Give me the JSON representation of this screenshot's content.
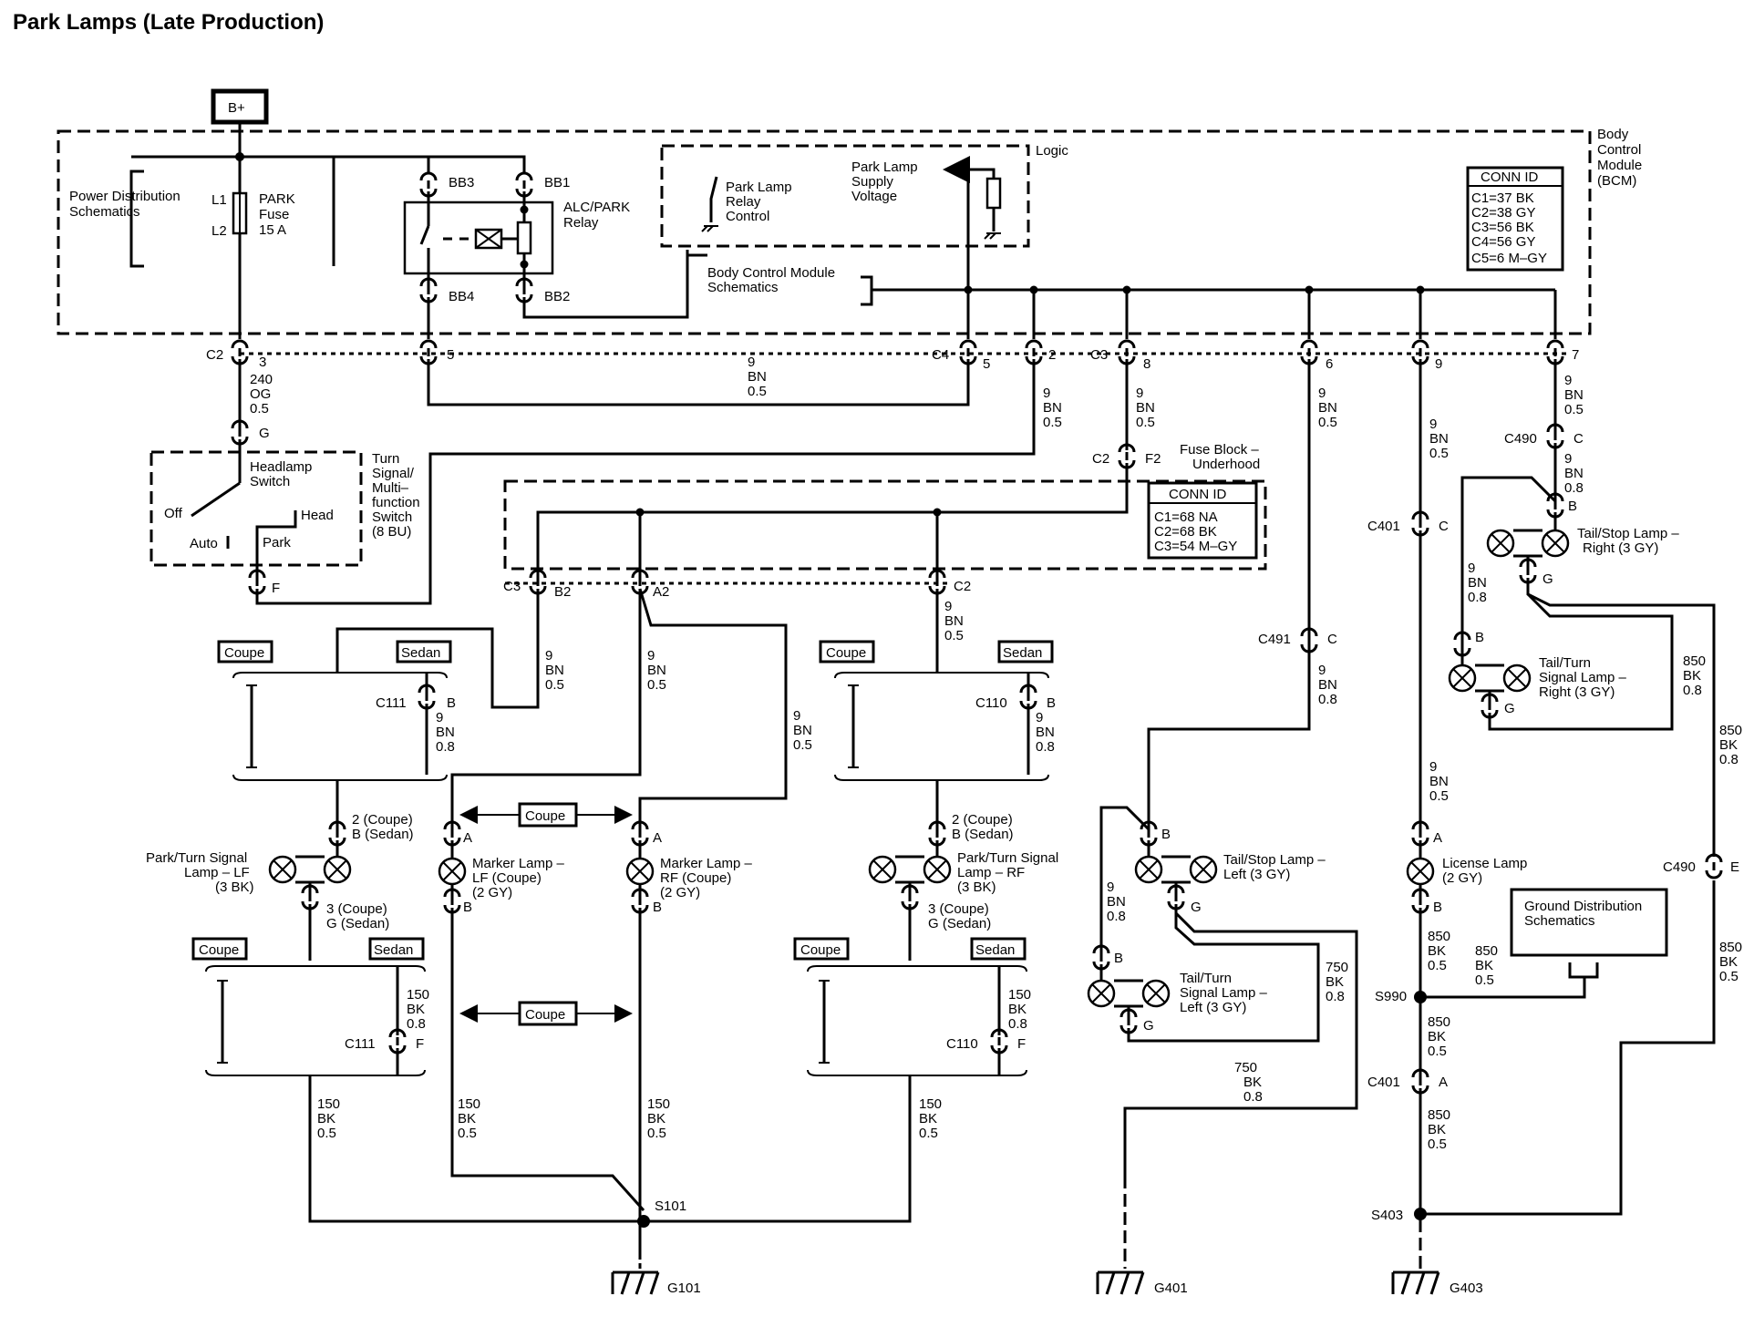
{
  "title": "Park Lamps (Late Production)",
  "battery": "B+",
  "bcm": {
    "name": "Body Control Module (BCM)",
    "name_lines": [
      "Body",
      "Control",
      "Module",
      "(BCM)"
    ],
    "power_dist": [
      "Power Distribution",
      "Schematics"
    ],
    "fuse": {
      "pins": [
        "L1",
        "L2"
      ],
      "lines": [
        "PARK",
        "Fuse",
        "15 A"
      ]
    },
    "relay": {
      "name_lines": [
        "ALC/PARK",
        "Relay"
      ],
      "pins": [
        "BB3",
        "BB1",
        "BB4",
        "BB2"
      ]
    },
    "logic": {
      "label": "Logic",
      "control": [
        "Park Lamp",
        "Relay",
        "Control"
      ],
      "supply": [
        "Park Lamp",
        "Supply",
        "Voltage"
      ]
    },
    "bcm_schematics": [
      "Body Control Module",
      "Schematics"
    ],
    "conn_id": {
      "title": "CONN ID",
      "rows": [
        "C1=37 BK",
        "C2=38 GY",
        "C3=56 BK",
        "C4=56 GY",
        "C5=6 M–GY"
      ]
    }
  },
  "fuse_block": {
    "name_lines": [
      "Fuse Block –",
      "Underhood"
    ],
    "conn_id": {
      "title": "CONN ID",
      "rows": [
        "C1=68 NA",
        "C2=68 BK",
        "C3=54 M–GY"
      ]
    },
    "pins": {
      "c2": "C2",
      "f2": "F2",
      "c3": "C3",
      "b2": "B2",
      "a2": "A2",
      "c2b": "C2"
    }
  },
  "headlamp_switch": {
    "lines": [
      "Headlamp",
      "Switch"
    ],
    "assembly": [
      "Turn",
      "Signal/",
      "Multi–",
      "function",
      "Switch",
      "(8 BU)"
    ],
    "positions": [
      "Off",
      "Auto",
      "Park",
      "Head"
    ],
    "pins": [
      "G",
      "F"
    ]
  },
  "connectors": {
    "c2": "C2",
    "c2_pin": "3",
    "c2_pin5": "5",
    "c4": "C4",
    "c4_pin5": "5",
    "c4_pin2": "2",
    "c3": "C3",
    "c3_pin8": "8",
    "c3_pin6": "6",
    "c3_pin9": "9",
    "c3_pin7": "7",
    "c490": "C490",
    "c490_c": "C",
    "c490_e": "E",
    "c401": "C401",
    "c401_c": "C",
    "c401_a": "A",
    "c491": "C491",
    "c491_c": "C",
    "c111": "C111",
    "c110": "C110",
    "pin_b": "B",
    "pin_f": "F",
    "pin_a": "A",
    "pin_g": "G"
  },
  "wires": {
    "w240": [
      "240",
      "OG",
      "0.5"
    ],
    "w9bn05": [
      "9",
      "BN",
      "0.5"
    ],
    "w9bn08": [
      "9",
      "BN",
      "0.8"
    ],
    "w150": [
      "150",
      "BK",
      "0.5"
    ],
    "w150_08": [
      "150",
      "BK",
      "0.8"
    ],
    "w750": [
      "750",
      "BK",
      "0.8"
    ],
    "w850_08": [
      "850",
      "BK",
      "0.8"
    ],
    "w850_05": [
      "850",
      "BK",
      "0.5"
    ]
  },
  "options": {
    "coupe": "Coupe",
    "sedan": "Sedan"
  },
  "pin_text": {
    "p2": [
      "2 (Coupe)",
      "B (Sedan)"
    ],
    "p3": [
      "3 (Coupe)",
      "G (Sedan)"
    ]
  },
  "lamps": {
    "park_lf": [
      "Park/Turn Signal",
      "Lamp – LF",
      "(3 BK)"
    ],
    "park_rf": [
      "Park/Turn Signal",
      "Lamp – RF",
      "(3 BK)"
    ],
    "marker_lf": [
      "Marker Lamp –",
      "LF (Coupe)",
      "(2 GY)"
    ],
    "marker_rf": [
      "Marker Lamp –",
      "RF (Coupe)",
      "(2 GY)"
    ],
    "tail_stop_left": [
      "Tail/Stop Lamp –",
      "Left (3 GY)"
    ],
    "tail_turn_left": [
      "Tail/Turn",
      "Signal Lamp –",
      "Left (3 GY)"
    ],
    "tail_stop_right": [
      "Tail/Stop Lamp –",
      "Right (3 GY)"
    ],
    "tail_turn_right": [
      "Tail/Turn",
      "Signal Lamp –",
      "Right (3 GY)"
    ],
    "license": [
      "License Lamp",
      "(2 GY)"
    ]
  },
  "ground_dist": [
    "Ground Distribution",
    "Schematics"
  ],
  "splices": [
    "S101",
    "S990",
    "S403"
  ],
  "grounds": [
    "G101",
    "G401",
    "G403"
  ]
}
